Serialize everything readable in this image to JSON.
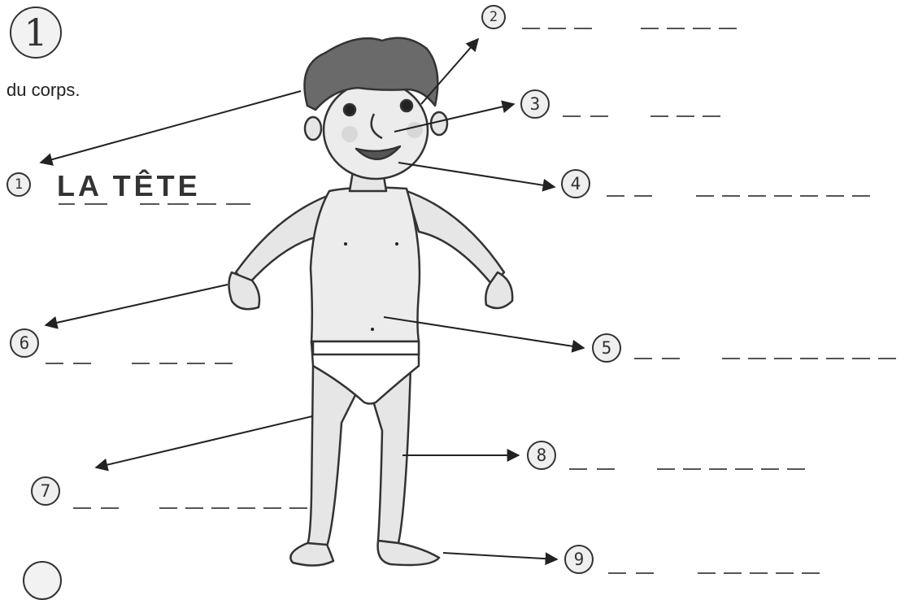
{
  "header": {
    "exercise_number": "1",
    "instruction": "du corps."
  },
  "labels": [
    {
      "num": "1",
      "answer": "LA TÊTE"
    },
    {
      "num": "2"
    },
    {
      "num": "3"
    },
    {
      "num": "4"
    },
    {
      "num": "5"
    },
    {
      "num": "6"
    },
    {
      "num": "7"
    },
    {
      "num": "8"
    },
    {
      "num": "9"
    }
  ]
}
